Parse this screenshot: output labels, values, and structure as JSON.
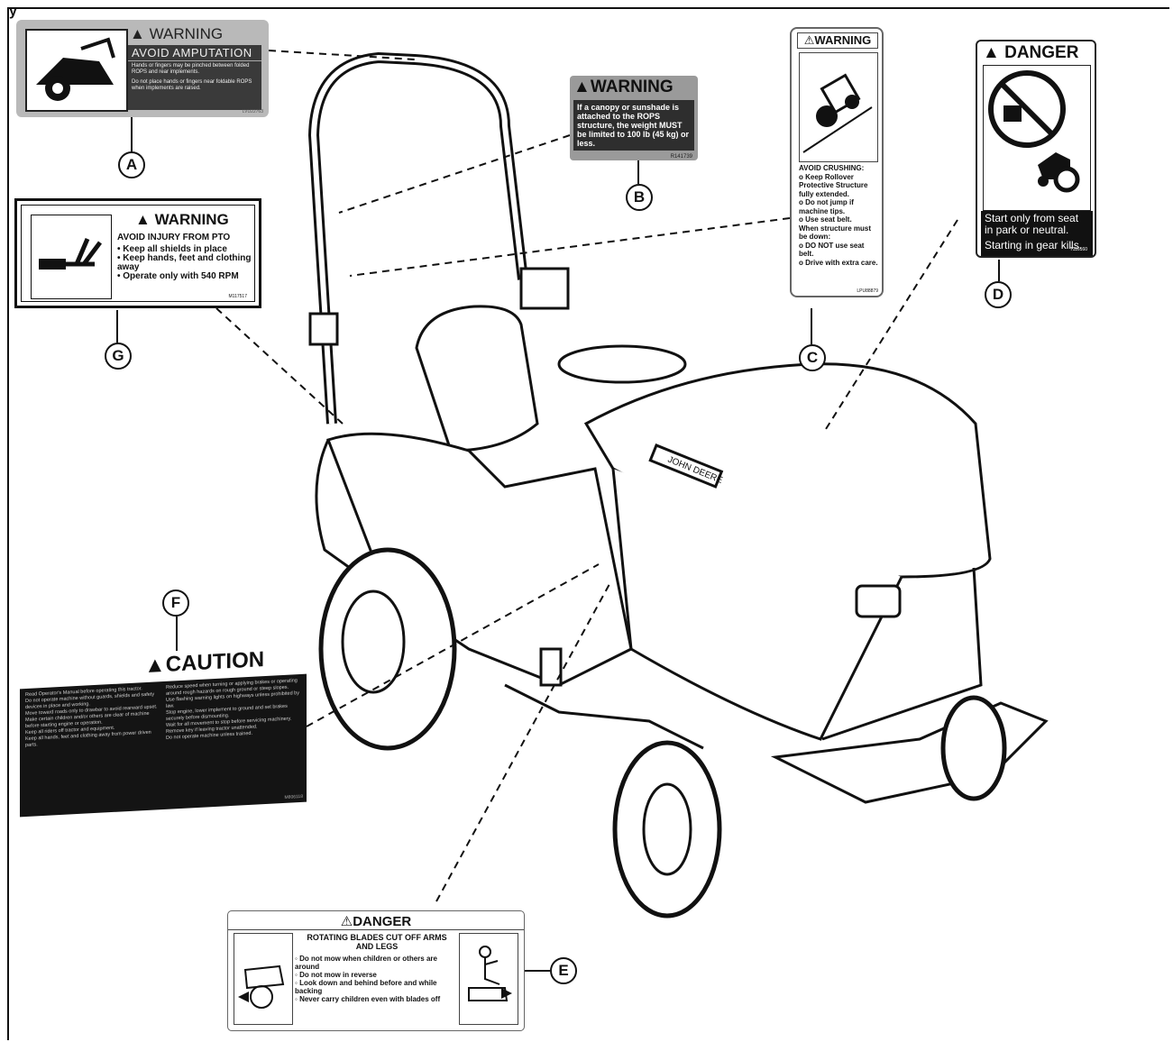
{
  "callouts": {
    "a": "A",
    "b": "B",
    "c": "C",
    "d": "D",
    "e": "E",
    "f": "F",
    "g": "G"
  },
  "label_a": {
    "heading": "WARNING",
    "subheading": "AVOID AMPUTATION",
    "line1": "Hands or fingers may be pinched between folded ROPS and rear implements.",
    "line2": "Do not place hands or fingers near foldable ROPS when implements are raised.",
    "code": "LVU22763"
  },
  "label_b": {
    "heading": "WARNING",
    "text": "If a canopy or sunshade is attached to the ROPS structure, the weight MUST be limited to 100 lb (45 kg) or less.",
    "code": "R141739"
  },
  "label_c": {
    "heading": "WARNING",
    "lines": [
      "AVOID CRUSHING:",
      "o Keep Rollover Protective Structure fully extended.",
      "o Do not jump if machine tips.",
      "o Use seat belt.",
      "When structure must be down:",
      "o DO NOT use seat belt.",
      "o Drive with extra care."
    ],
    "code": "LPU88879"
  },
  "label_d": {
    "heading": "DANGER",
    "line1": "Start only from seat in park or neutral.",
    "line2": "Starting in gear kills.",
    "code": "T116160"
  },
  "label_e": {
    "heading": "DANGER",
    "subheading": "ROTATING BLADES CUT OFF ARMS AND LEGS",
    "items": [
      "Do not mow when children or others are around",
      "Do not mow in reverse",
      "Look down and behind before and while backing",
      "Never carry children even with blades off"
    ]
  },
  "label_f": {
    "heading": "CAUTION",
    "left_items": [
      "Read Operator's Manual before operating this tractor.",
      "Do not operate machine without guards, shields and safety devices in place and working.",
      "Move toward roads only to drawbar to avoid rearward upset.",
      "Make certain children and/or others are clear of machine before starting engine or operation.",
      "Keep all riders off tractor and equipment.",
      "Keep all hands, feet and clothing away from power driven parts."
    ],
    "right_items": [
      "Reduce speed when turning or applying brakes or operating around rough hazards on rough ground or steep slopes.",
      "Use flashing warning lights on highways unless prohibited by law.",
      "Stop engine, lower implement to ground and set brakes securely before dismounting.",
      "Wait for all movement to stop before servicing machinery.",
      "Remove key if leaving tractor unattended.",
      "Do not operate machine unless trained."
    ],
    "code": "M806118"
  },
  "label_g": {
    "heading": "WARNING",
    "subheading": "AVOID INJURY FROM PTO",
    "items": [
      "Keep all shields in place",
      "Keep hands, feet and clothing away",
      "Operate only with 540 RPM"
    ],
    "code": "M117517"
  },
  "tractor_brand": "JOHN DEERE"
}
